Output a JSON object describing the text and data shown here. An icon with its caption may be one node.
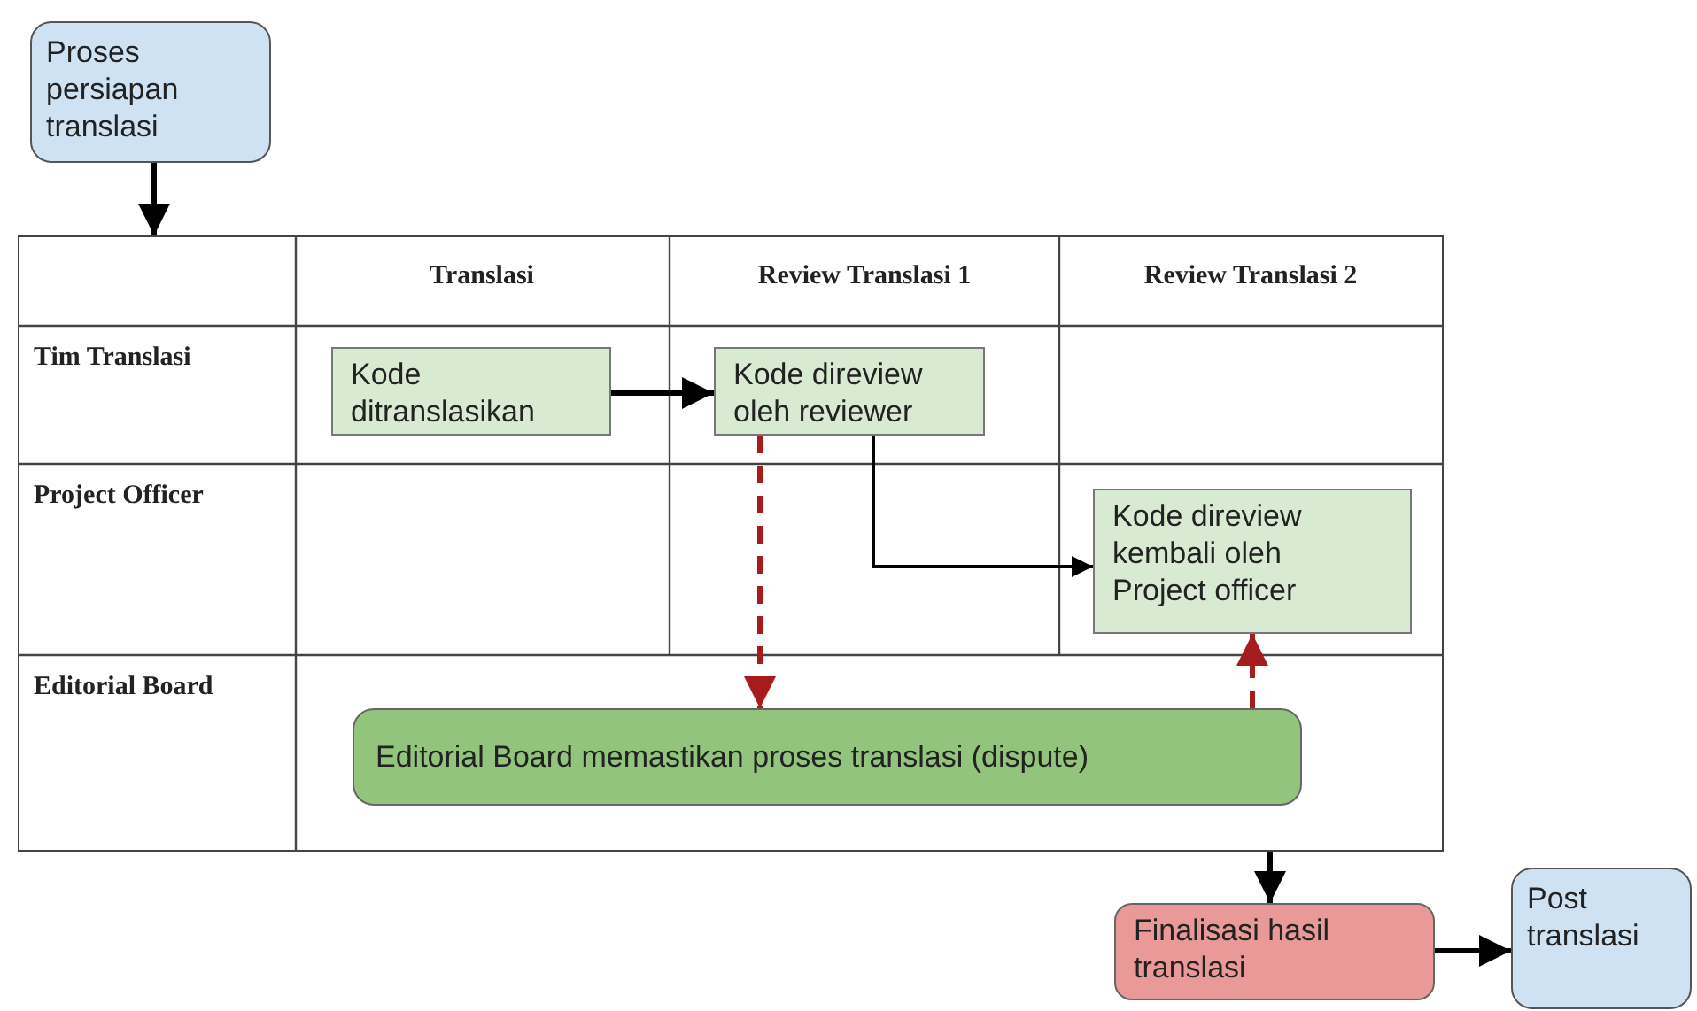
{
  "diagram": {
    "nodes": [
      {
        "text": [
          "Proses persiapan translasi"
        ]
      },
      {
        "text": [],
        "shape": "box"
      },
      {
        "text": [
          "Kode ditranslasikan"
        ],
        "in": 1
      },
      {
        "text": [
          "Kode direview oleh reviewer"
        ],
        "in": 1
      },
      {
        "text": [
          "Kode direview kembali oleh Project officer"
        ],
        "in": 1
      },
      {
        "text": [
          "Editorial Board memastikan proses translasi (dispute)"
        ],
        "in": 1
      },
      {
        "text": [
          "Finalisasi hasil translasi"
        ]
      },
      {
        "text": [
          "Post translasi"
        ]
      }
    ],
    "edges": [
      {
        "from": 0,
        "to": 1,
        "arrow": "to"
      },
      {
        "from": 2,
        "to": 3,
        "arrow": "to"
      },
      {
        "from": 3,
        "to": 4,
        "arrow": "to"
      },
      {
        "from": 3,
        "to": 5,
        "arrow": "to",
        "style": "dashed",
        "color": "#a61c1c"
      },
      {
        "from": 5,
        "to": 4,
        "arrow": "to",
        "style": "dashed",
        "color": "#a61c1c"
      },
      {
        "from": 1,
        "to": 6,
        "arrow": "to"
      },
      {
        "from": 6,
        "to": 7,
        "arrow": "to"
      }
    ],
    "labels": [
      "Translasi",
      "Review Translasi 1",
      "Review Translasi 2",
      "Tim Translasi",
      "Project Officer",
      "Editorial Board"
    ]
  }
}
